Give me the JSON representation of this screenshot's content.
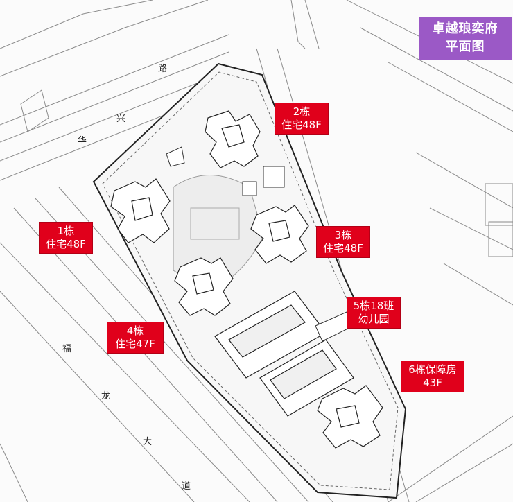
{
  "title": {
    "line1": "卓越琅奕府",
    "line2": "平面图"
  },
  "roads": {
    "huaxing": [
      "华",
      "兴",
      "路"
    ],
    "fulong": [
      "福",
      "龙",
      "大",
      "道"
    ]
  },
  "buildings": [
    {
      "id": "b2",
      "line1": "2栋",
      "line2": "住宅48F"
    },
    {
      "id": "b1",
      "line1": "1栋",
      "line2": "住宅48F"
    },
    {
      "id": "b3",
      "line1": "3栋",
      "line2": "住宅48F"
    },
    {
      "id": "b5",
      "line1": "5栋18班",
      "line2": "幼儿园"
    },
    {
      "id": "b4",
      "line1": "4栋",
      "line2": "住宅47F"
    },
    {
      "id": "b6",
      "line1": "6栋保障房",
      "line2": "43F"
    }
  ],
  "colors": {
    "title_bg": "#9b59c6",
    "label_bg": "#e0001b",
    "line": "#555555"
  }
}
